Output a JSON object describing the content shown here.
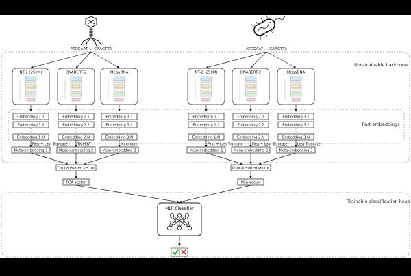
{
  "sequences": {
    "left": "ATCGAAT ... CAAGTTA",
    "right": "ATCGAAT ... CAAGTTA"
  },
  "regions": {
    "backbone": "Non-trainable backbone",
    "parts": "Part embeddings",
    "head": "Trainable classification head"
  },
  "models": [
    "NT-2 (250M)",
    "DNABERT-2",
    "MegaDNA"
  ],
  "part_embeddings": [
    [
      "Embedding 1.1",
      "Embedding 1.2",
      "Embedding 1.N"
    ],
    [
      "Embedding 2.1",
      "Embedding 2.2",
      "Embedding 2.N"
    ],
    [
      "Embedding 3.1",
      "Embedding 3.2",
      "Embedding 3.N"
    ]
  ],
  "ellipsis": [
    "⋮",
    "⋮",
    "⋮"
  ],
  "left_aggregations": [
    "First + Last Truncate",
    "TK-PERT",
    "Maximum"
  ],
  "right_aggregations": [
    "First + Last Truncate",
    "First + Last Truncate",
    "Last Truncate"
  ],
  "meta_embeddings": [
    "Meta-embedding 1",
    "Mega-embedding 2",
    "Meta-embedding 3"
  ],
  "concat_label": "Concatenated vector",
  "pca_label": "PCA vector",
  "classifier_label": "MLP Classifier",
  "output_icons": [
    "check-icon",
    "cross-icon"
  ],
  "colors": {
    "check": "#2e9d2e",
    "cross": "#d62424",
    "box_border": "#222222"
  }
}
